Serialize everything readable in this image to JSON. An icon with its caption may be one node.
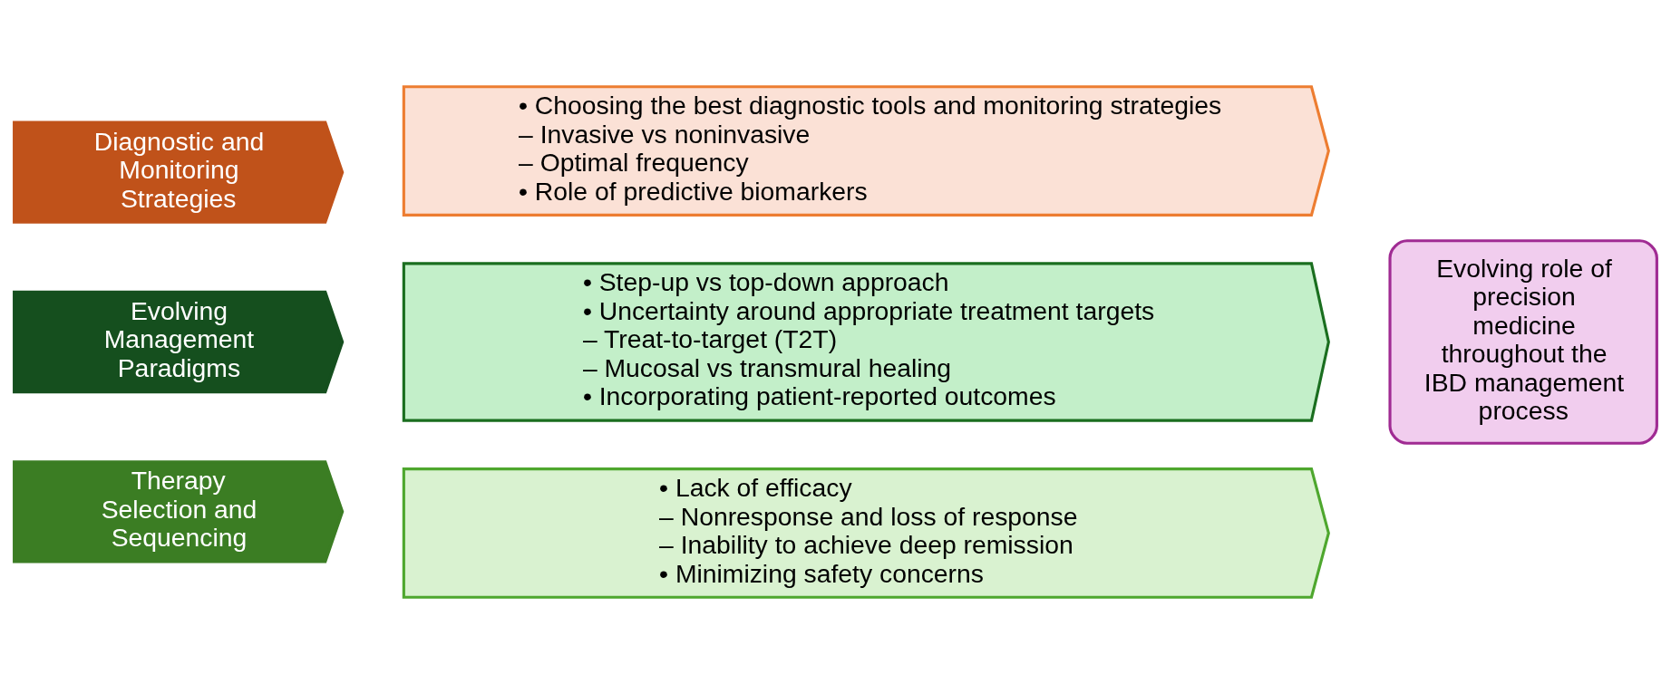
{
  "diagram": {
    "nodes": [
      {
        "text": [
          "Diagnostic and Monitoring Strategies"
        ]
      },
      {
        "text": [
          "• Choosing the best diagnostic tools and monitoring strategies",
          "– Invasive vs noninvasive",
          "– Optimal frequency",
          "• Role of predictive biomarkers"
        ]
      },
      {
        "text": [
          "Evolving Management Paradigms"
        ]
      },
      {
        "text": [
          "• Step-up vs top-down approach",
          "• Uncertainty around appropriate treatment targets",
          "– Treat-to-target (T2T)",
          "– Mucosal vs transmural healing",
          "• Incorporating patient-reported outcomes"
        ]
      },
      {
        "text": [
          "Therapy Selection and Sequencing"
        ]
      },
      {
        "text": [
          "• Lack of efficacy",
          "– Nonresponse and loss of response",
          "– Inability to achieve deep remission",
          "• Minimizing safety concerns"
        ]
      },
      {
        "text": [
          "Evolving role of precision medicine throughout the IBD management process"
        ]
      }
    ],
    "edges": []
  }
}
